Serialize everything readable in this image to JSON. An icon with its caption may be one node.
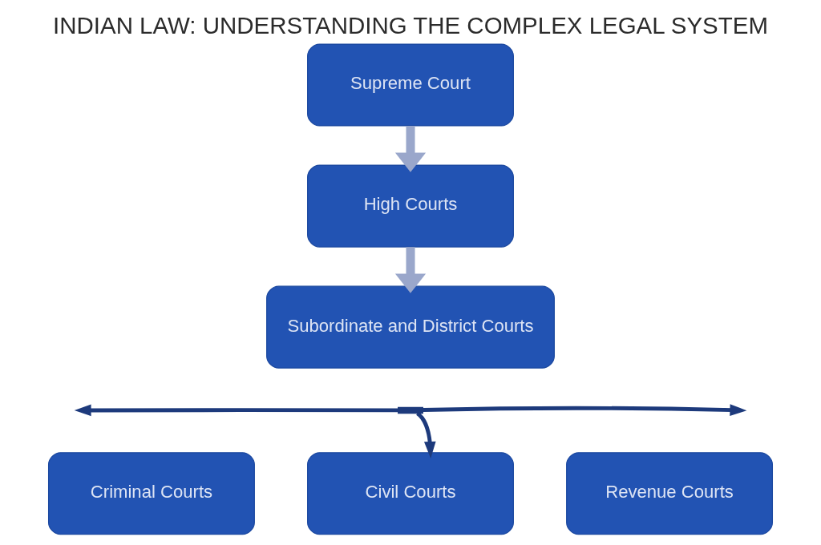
{
  "diagram": {
    "title": "INDIAN LAW: UNDERSTANDING THE COMPLEX LEGAL SYSTEM",
    "nodes": [
      {
        "text": [
          "Supreme Court"
        ]
      },
      {
        "text": [
          "High Courts"
        ]
      },
      {
        "text": [
          "Subordinate and District Courts"
        ]
      },
      {
        "text": [],
        "shape": "bar"
      },
      {
        "text": [
          "Criminal Courts"
        ]
      },
      {
        "text": [
          "Civil Courts"
        ]
      },
      {
        "text": [
          "Revenue Courts"
        ]
      }
    ],
    "edges": [
      {
        "from": 0,
        "to": 1,
        "arrow": "to",
        "style": "thick",
        "color": "#9aa7cb"
      },
      {
        "from": 1,
        "to": 2,
        "arrow": "to",
        "style": "thick",
        "color": "#9aa7cb"
      },
      {
        "from": 3,
        "to": null,
        "arrow": "to"
      },
      {
        "from": 3,
        "to": null,
        "arrow": "to"
      },
      {
        "from": 3,
        "to": 5,
        "arrow": "to"
      }
    ]
  }
}
